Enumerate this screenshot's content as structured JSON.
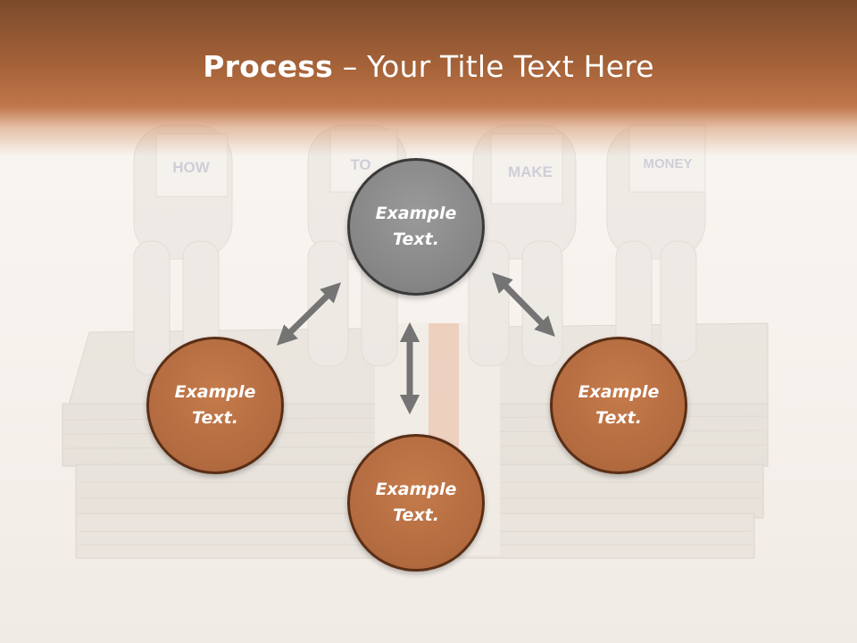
{
  "title": {
    "bold": "Process",
    "rest": " – Your Title Text Here"
  },
  "figure_words": [
    "HOW",
    "TO",
    "MAKE",
    "MONEY"
  ],
  "nodes": {
    "top": {
      "line1": "Example",
      "line2": "Text."
    },
    "left": {
      "line1": "Example",
      "line2": "Text."
    },
    "right": {
      "line1": "Example",
      "line2": "Text."
    },
    "bottom": {
      "line1": "Example",
      "line2": "Text."
    }
  },
  "colors": {
    "header": "#a8643a",
    "node_orange": "#b26a3f",
    "node_gray": "#858585",
    "arrow": "#747474"
  }
}
